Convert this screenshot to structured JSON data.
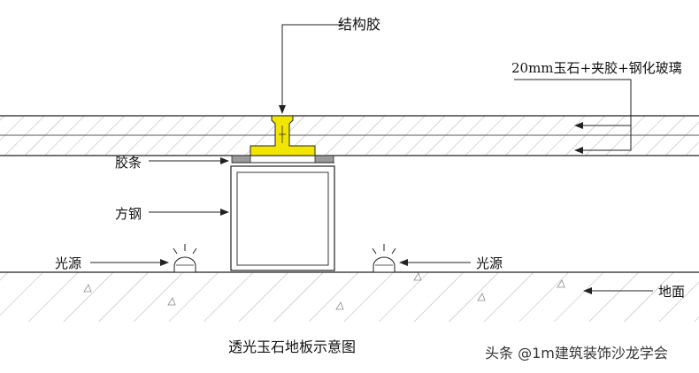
{
  "labels": {
    "structural_glue": "结构胶",
    "layers": "20mm玉石+夹胶+钢化玻璃",
    "rubber_strip": "胶条",
    "square_steel": "方钢",
    "light_source_left": "光源",
    "light_source_right": "光源",
    "ground": "地面"
  },
  "caption": "透光玉石地板示意图",
  "watermark": "头条 @1m建筑装饰沙龙学会",
  "colors": {
    "line": "#222222",
    "hatch": "#8a8a8a",
    "glue": "#f2e600",
    "pad": "#9a9a9a"
  }
}
